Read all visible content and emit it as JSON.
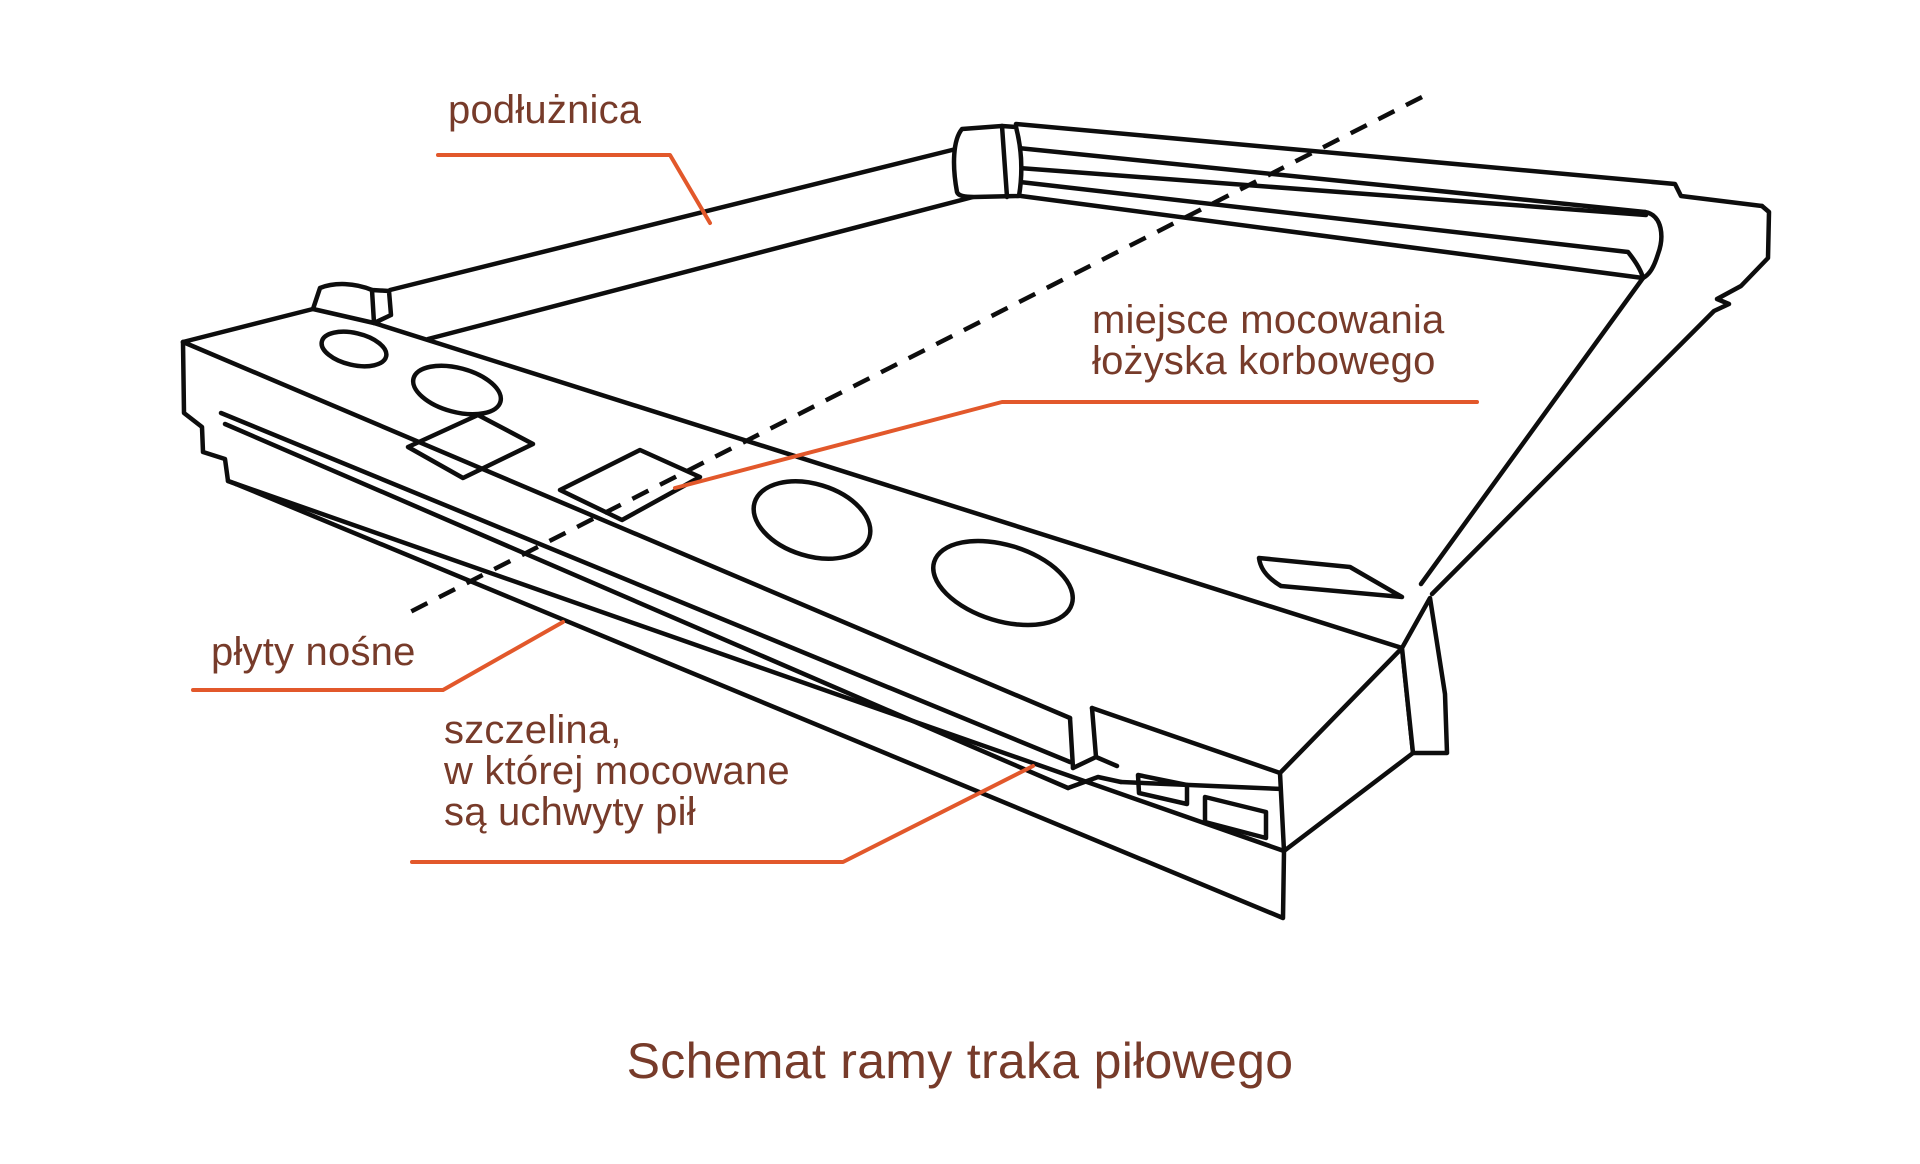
{
  "caption": "Schemat ramy traka piłowego",
  "labels": {
    "podluznica": {
      "text": "podłużnica"
    },
    "miejsce": {
      "line1": "miejsce mocowania",
      "line2": "łożyska korbowego"
    },
    "plyty": {
      "text": "płyty nośne"
    },
    "szczelina": {
      "line1": "szczelina,",
      "line2": "w której mocowane",
      "line3": "są uchwyty pił"
    }
  },
  "colors": {
    "background": "#ffffff",
    "outline": "#0d0d0d",
    "leader_accent": "#e2582b",
    "label_text": "#773b2a"
  },
  "figure": {
    "type": "isometric technical line drawing",
    "subject": "rama traka piłowego (saw-frame of a gang saw)",
    "annotated_parts": [
      "podłużnica",
      "miejsce mocowania łożyska korbowego",
      "płyty nośne",
      "szczelina, w której mocowane są uchwyty pił"
    ]
  }
}
